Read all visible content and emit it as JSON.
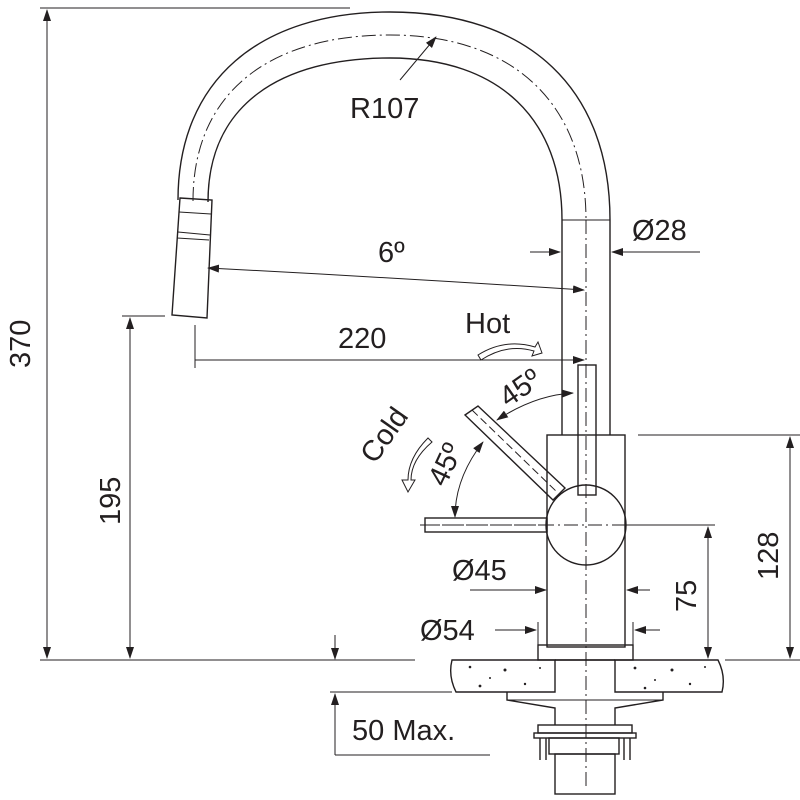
{
  "title": "Kitchen faucet technical drawing",
  "dimensions": {
    "radius": "R107",
    "angle_spout": "6º",
    "pipe_diameter": "Ø28",
    "reach": "220",
    "hot_label": "Hot",
    "cold_label": "Cold",
    "angle_hot": "45º",
    "angle_cold": "45º",
    "total_height": "370",
    "spout_height": "195",
    "body_height": "128",
    "lever_height": "75",
    "body_diameter": "Ø45",
    "base_diameter": "Ø54",
    "counter_thickness": "50 Max."
  }
}
